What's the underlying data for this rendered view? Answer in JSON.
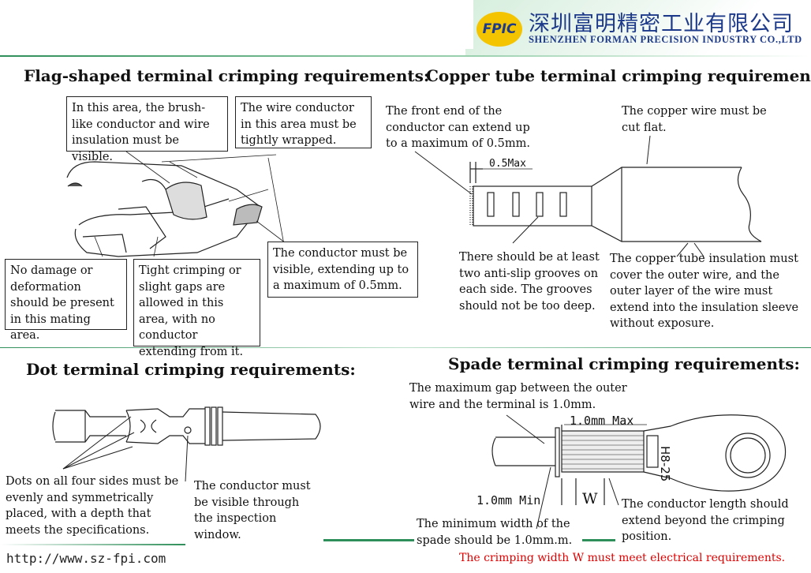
{
  "header": {
    "logo_text": "FPIC",
    "company_cn": "深圳富明精密工业有限公司",
    "company_en": "SHENZHEN FORMAN PRECISION INDUSTRY CO.,LTD"
  },
  "flag": {
    "heading": "Flag-shaped terminal crimping requirements:",
    "note_brush": "In this area, the brush-like conductor and wire insulation must be visible.",
    "note_wrapped": "The wire conductor in this area must be tightly wrapped.",
    "note_damage": "No damage or deformation should be present in this mating area.",
    "note_gaps": "Tight crimping or slight gaps are allowed in this area, with no conductor extending from it.",
    "note_visible": "The conductor must be visible, extending up to a maximum of 0.5mm."
  },
  "copper": {
    "heading": "Copper tube terminal crimping requirements:",
    "note_front": "The front end of the conductor can extend up to a maximum of 0.5mm.",
    "note_cut": "The copper wire must be cut flat.",
    "dim_label": "0.5Max",
    "note_grooves": "There should be at least two anti-slip grooves on each side. The grooves should not be too deep.",
    "note_insulation": "The copper tube insulation must cover the outer wire, and the outer layer of the wire must extend into the insulation sleeve without exposure."
  },
  "dot": {
    "heading": "Dot terminal crimping requirements:",
    "note_dots": "Dots on all four sides must be evenly and symmetrically placed, with a depth that meets the specifications.",
    "note_window": "The conductor must be visible through the inspection window."
  },
  "spade": {
    "heading": "Spade terminal crimping requirements:",
    "note_gap": "The maximum gap between the outer wire and the terminal is 1.0mm.",
    "dim_max": "1.0mm Max",
    "dim_min": "1.0mm Min",
    "w_label": "W",
    "stamp_label": "H8-25",
    "note_min_width": "The minimum width of the spade should be 1.0mm.m.",
    "note_length": "The conductor length should extend beyond the crimping position."
  },
  "footer": {
    "url": "http://www.sz-fpi.com",
    "warning": "The crimping width W must meet electrical requirements."
  },
  "colors": {
    "brand_blue": "#1d3a8a",
    "logo_yellow": "#f5c400",
    "rule_green": "#2f8f5a",
    "warning_red": "#e00000"
  }
}
